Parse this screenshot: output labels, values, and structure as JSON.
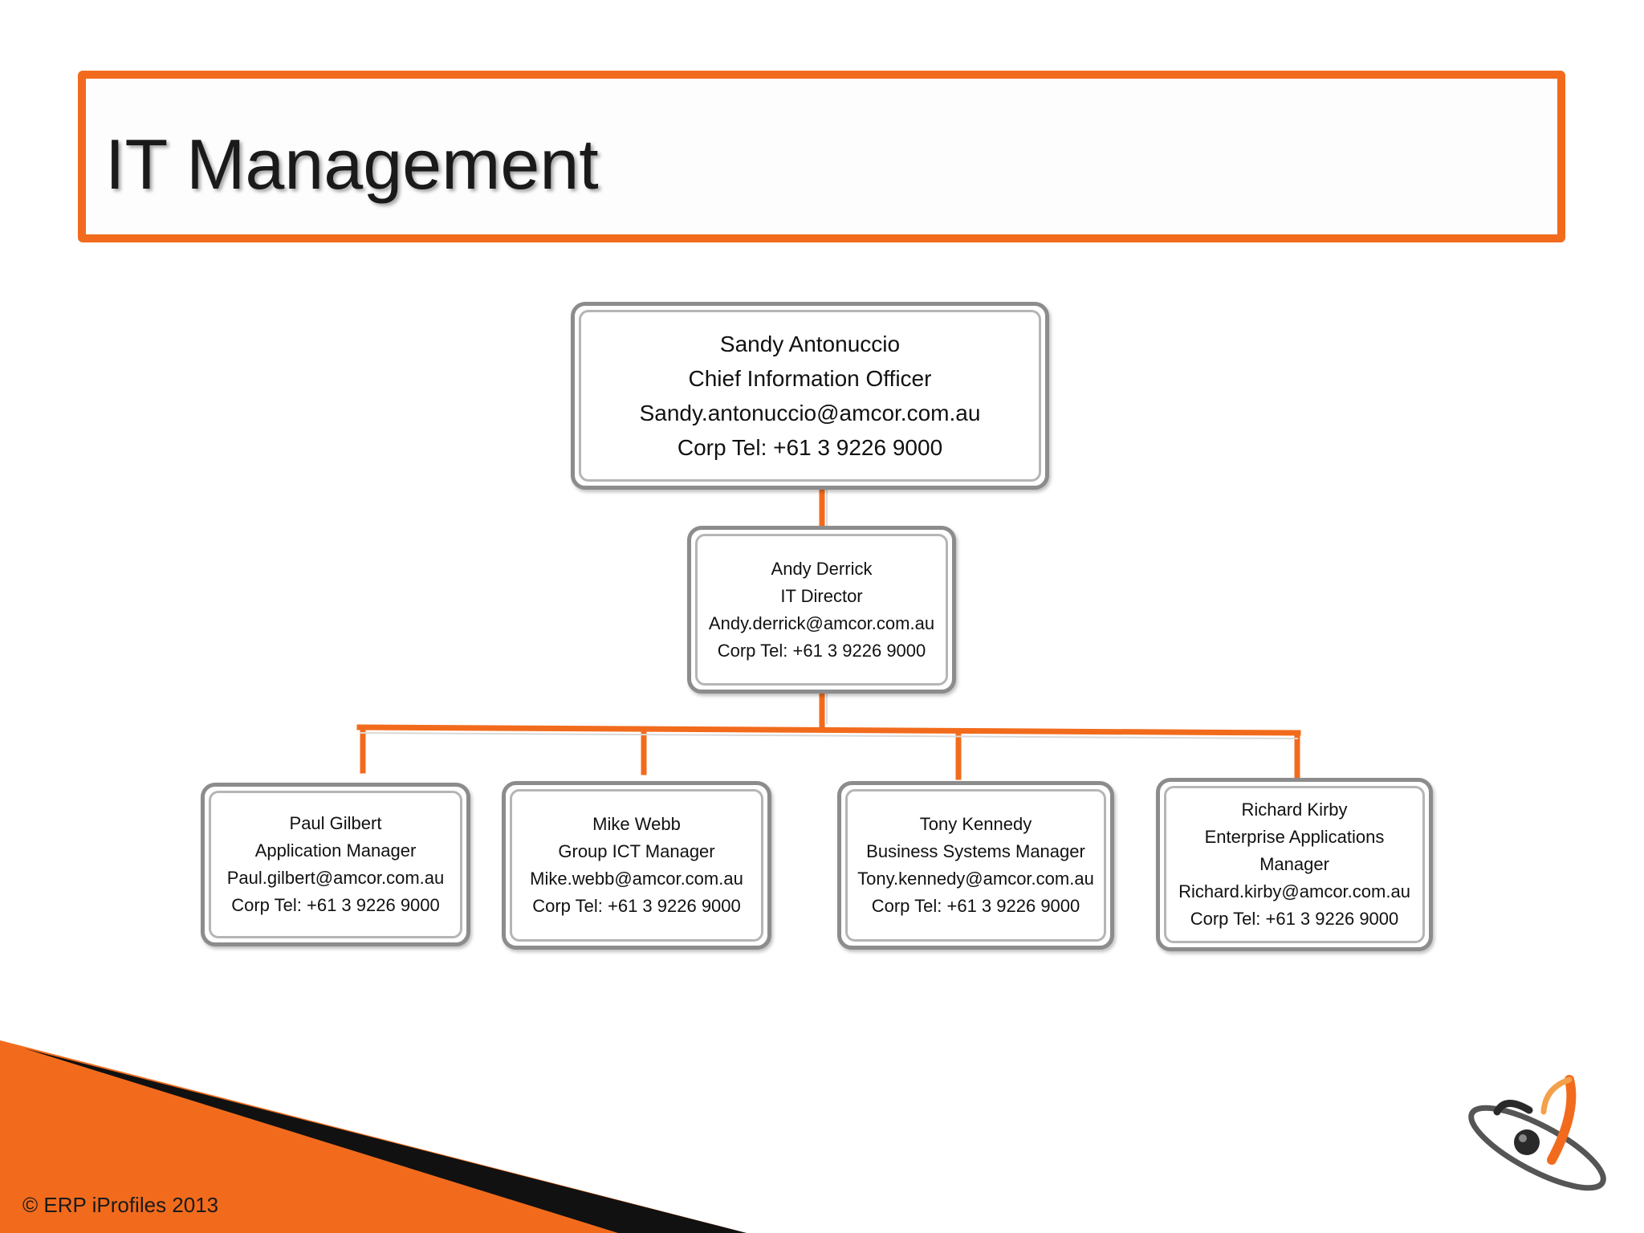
{
  "slide": {
    "title": "IT Management",
    "footer": "© ERP iProfiles 2013"
  },
  "colors": {
    "accent": "#f26b1d",
    "node_border": "#8c8c8c",
    "node_inner_border": "#b5b5b5",
    "text": "#111111"
  },
  "org_chart": {
    "cio": {
      "name": "Sandy Antonuccio",
      "role": "Chief Information Officer",
      "email": "Sandy.antonuccio@amcor.com.au",
      "phone": "Corp Tel: +61 3 9226 9000"
    },
    "director": {
      "name": "Andy Derrick",
      "role": "IT Director",
      "email": "Andy.derrick@amcor.com.au",
      "phone": "Corp Tel: +61 3 9226 9000"
    },
    "reports": [
      {
        "name": "Paul Gilbert",
        "role": "Application Manager",
        "email": "Paul.gilbert@amcor.com.au",
        "phone": "Corp Tel: +61 3 9226 9000"
      },
      {
        "name": "Mike Webb",
        "role": "Group ICT Manager",
        "email": "Mike.webb@amcor.com.au",
        "phone": "Corp Tel: +61 3 9226 9000"
      },
      {
        "name": "Tony Kennedy",
        "role": "Business Systems Manager",
        "email": "Tony.kennedy@amcor.com.au",
        "phone": "Corp Tel: +61 3 9226 9000"
      },
      {
        "name": "Richard Kirby",
        "role_line1": "Enterprise Applications",
        "role_line2": "Manager",
        "email": "Richard.kirby@amcor.com.au",
        "phone": "Corp Tel: +61 3 9226 9000"
      }
    ]
  },
  "logo": {
    "icon": "erp-iprofiles-logo"
  }
}
